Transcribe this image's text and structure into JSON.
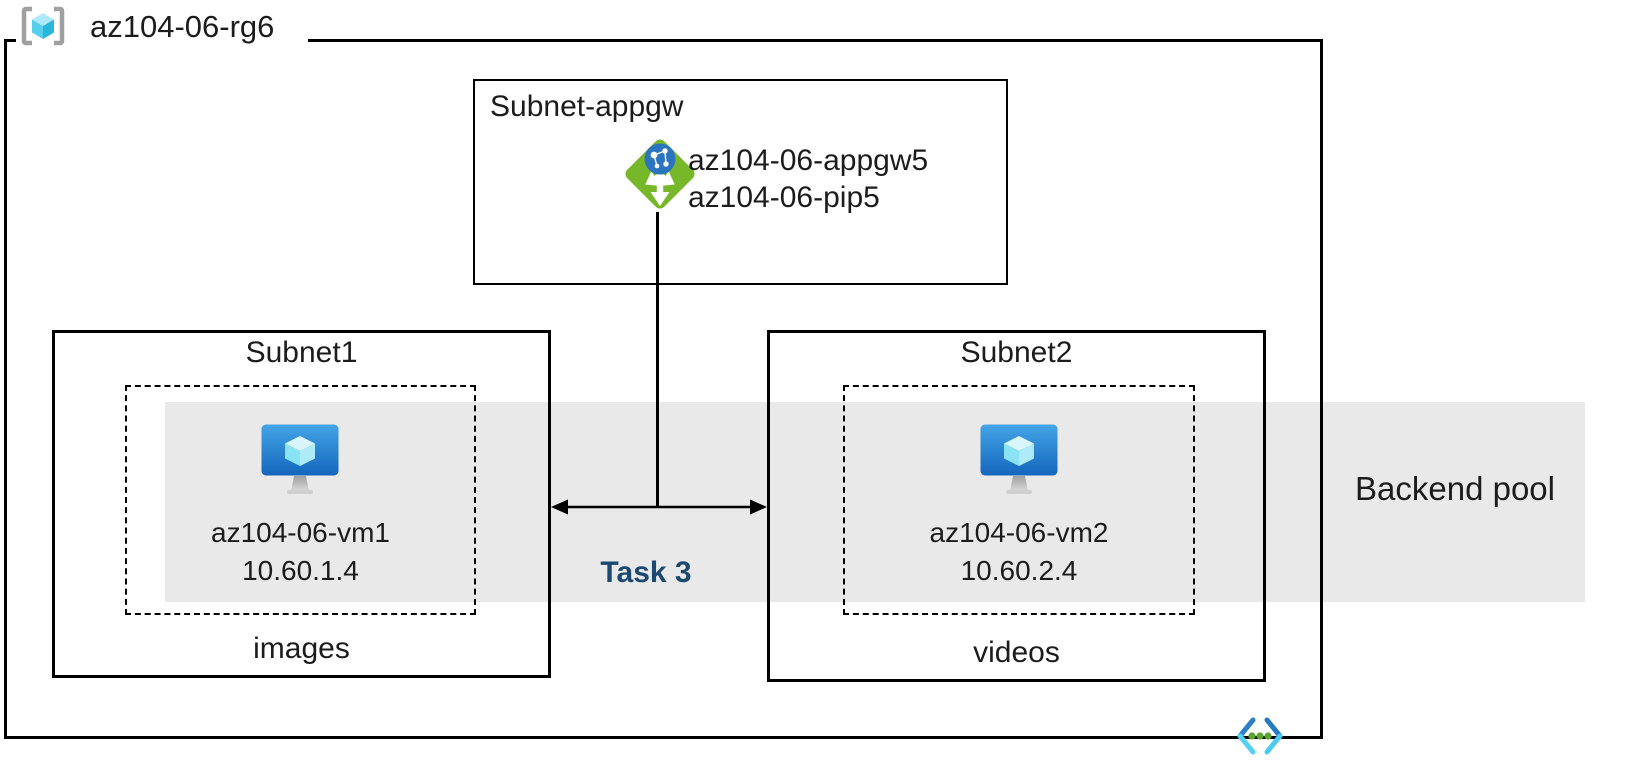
{
  "resource_group": {
    "name": "az104-06-rg6"
  },
  "appgw_subnet": {
    "title": "Subnet-appgw",
    "gateway_name": "az104-06-appgw5",
    "public_ip_name": "az104-06-pip5"
  },
  "subnet1": {
    "title": "Subnet1",
    "vm_name": "az104-06-vm1",
    "vm_ip": "10.60.1.4",
    "backend_label": "images"
  },
  "subnet2": {
    "title": "Subnet2",
    "vm_name": "az104-06-vm2",
    "vm_ip": "10.60.2.4",
    "backend_label": "videos"
  },
  "backend_pool": {
    "label": "Backend pool"
  },
  "task": {
    "label": "Task 3"
  },
  "icons": {
    "resource_group": "resource-group-icon",
    "application_gateway": "application-gateway-icon",
    "virtual_machine": "virtual-machine-icon",
    "virtual_network": "virtual-network-icon"
  },
  "colors": {
    "band_gray": "#e9e9e9",
    "border_black": "#000000",
    "task_navy": "#1b4971",
    "appgw_green": "#76b82a",
    "globe_blue": "#2d74bf",
    "vm_blue_top": "#44a5e6",
    "vm_blue_bottom": "#1566bd",
    "cube_cyan": "#8ae2f5",
    "vnet_blue": "#2e7fc8",
    "vnet_cyan": "#55d2f3",
    "dot_green": "#5ba432",
    "bracket_gray": "#a0a0a0"
  }
}
